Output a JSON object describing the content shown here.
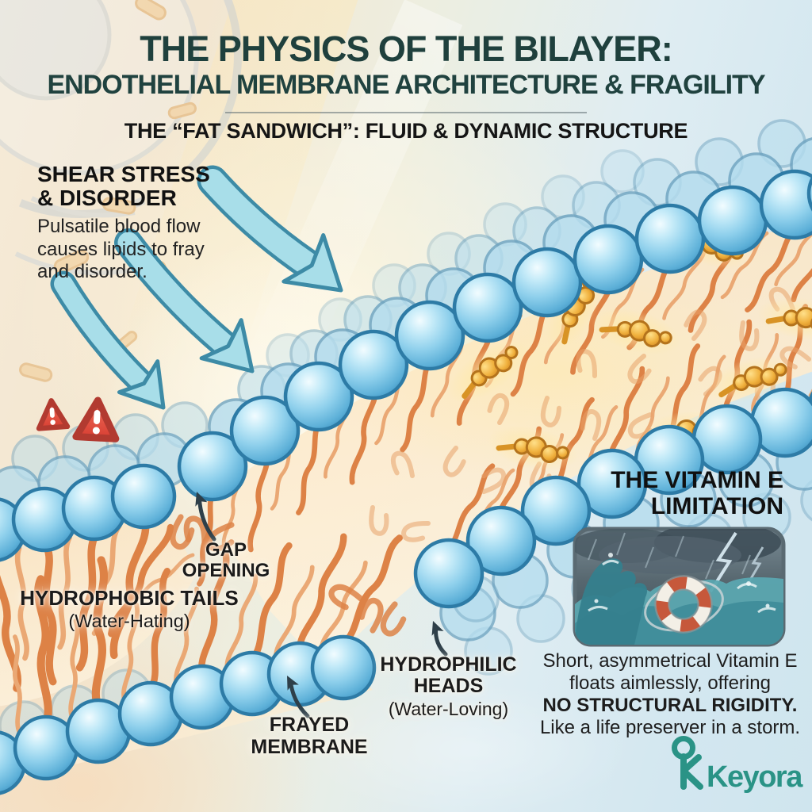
{
  "header": {
    "title_line1": "THE PHYSICS OF THE BILAYER:",
    "title_line2": "ENDOTHELIAL MEMBRANE ARCHITECTURE & FRAGILITY",
    "subtitle": "THE “FAT SANDWICH”: FLUID & DYNAMIC STRUCTURE"
  },
  "shear_callout": {
    "title_line1": "SHEAR STRESS",
    "title_line2": "& DISORDER",
    "body_line1": "Pulsatile blood flow",
    "body_line2": "causes lipids to fray",
    "body_line3": "and disorder."
  },
  "membrane_labels": {
    "gap_line1": "GAP",
    "gap_line2": "OPENING",
    "hydrophobic_title": "HYDROPHOBIC TAILS",
    "hydrophobic_sub": "(Water-Hating)",
    "hydrophilic_line1": "HYDROPHILIC",
    "hydrophilic_line2": "HEADS",
    "hydrophilic_sub": "(Water-Loving)",
    "frayed_line1": "FRAYED",
    "frayed_line2": "MEMBRANE"
  },
  "vitamin_panel": {
    "title_line1": "THE VITAMIN E",
    "title_line2": "LIMITATION",
    "body_line1": "Short, asymmetrical Vitamin E",
    "body_line2": "floats aimlessly, offering",
    "body_line3": "NO STRUCTURAL RIGIDITY.",
    "body_line4": "Like a life preserver in a storm."
  },
  "brand": {
    "name": "Keyora"
  },
  "icons": {
    "warning": "warning-triangle-icon",
    "shear_arrow": "shear-flow-arrow-icon",
    "label_pointer": "label-arrow-icon",
    "life_preserver": "life-preserver-icon",
    "key": "key-logo-icon"
  },
  "colors": {
    "title_teal": "#1f403d",
    "text_dark": "#1b1b1b",
    "arrow_fill": "#a8dee9",
    "arrow_outline": "#3d8ba6",
    "warning_red": "#e2574a",
    "bead_blue": "#8fd0ec",
    "bead_outline": "#2d7ba6",
    "tail_orange": "#dd8246",
    "vitamin_gold": "#eeb347",
    "brand_teal": "#2a9386",
    "storm_border": "#5a6a72"
  }
}
